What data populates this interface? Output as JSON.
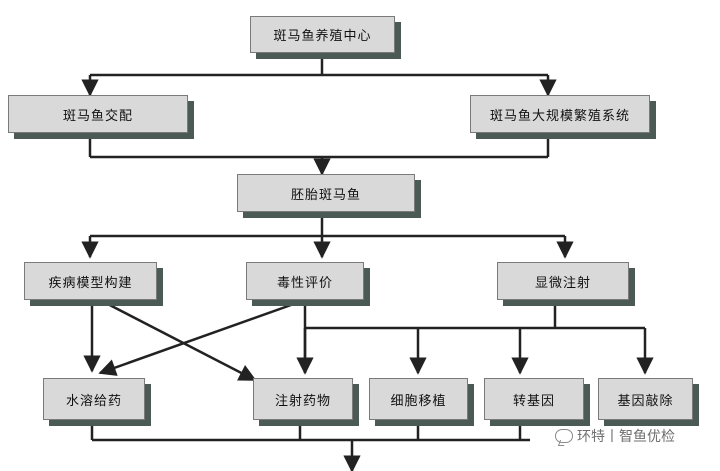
{
  "nodes": {
    "center": "斑马鱼养殖中心",
    "mating": "斑马鱼交配",
    "breeding_system": "斑马鱼大规模繁殖系统",
    "embryo": "胚胎斑马鱼",
    "disease_model": "疾病模型构建",
    "toxicity": "毒性评价",
    "microinjection": "显微注射",
    "water_dosing": "水溶给药",
    "drug_injection": "注射药物",
    "cell_transplant": "细胞移植",
    "transgene": "转基因",
    "gene_knockout": "基因敲除"
  },
  "watermark": {
    "text": "环特丨智鱼优检",
    "icon": "wechat-icon"
  },
  "colors": {
    "box_fill": "#d9d9d9",
    "box_shadow": "#4b5a54",
    "connector": "#222222"
  }
}
